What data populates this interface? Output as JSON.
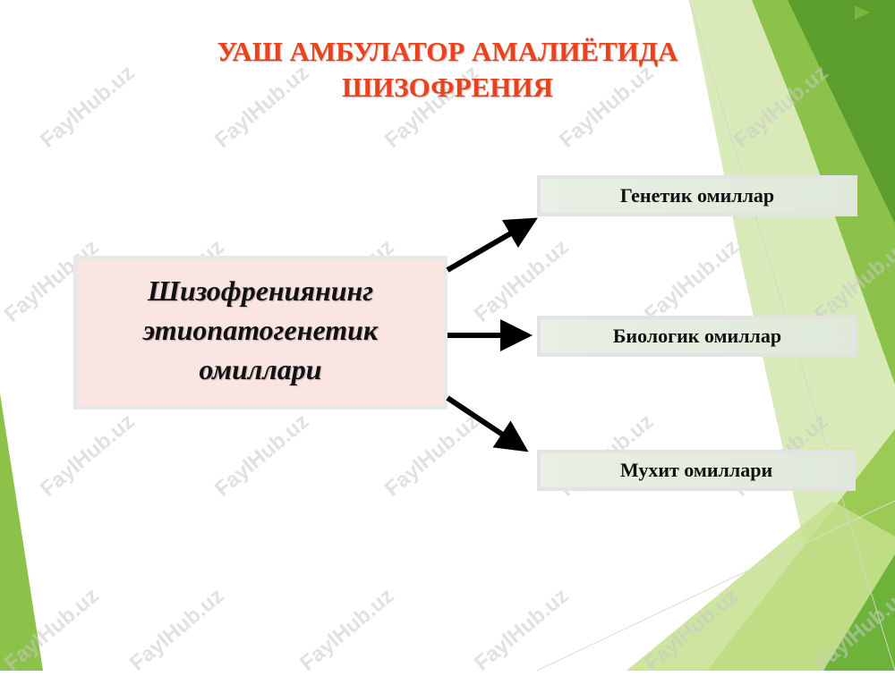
{
  "slide": {
    "title_line1": "УАШ АМБУЛАТОР АМАЛИЁТИДА",
    "title_line2": "ШИЗОФРЕНИЯ",
    "main_box": {
      "line1": "Шизофрениянинг",
      "line2": "этиопатогенетик",
      "line3": "омиллари"
    },
    "factors": [
      {
        "label": "Генетик омиллар"
      },
      {
        "label": "Биологик омиллар"
      },
      {
        "label": "Мухит омиллари"
      }
    ]
  },
  "watermark_text": "FaylHub.uz",
  "colors": {
    "title": "#e8431c",
    "main_box_bg": "#fbe5e3",
    "factor_box_bg": "#e3ecdf",
    "green_light": "#b6d96a",
    "green_dark": "#5aa02c"
  }
}
